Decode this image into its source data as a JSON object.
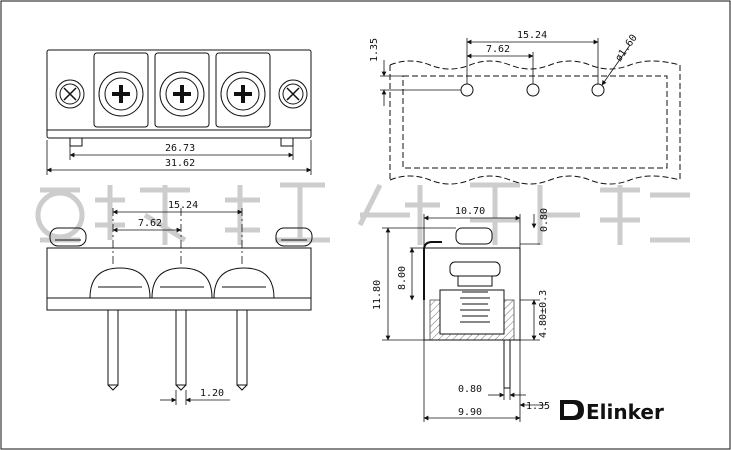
{
  "dims": {
    "top_view_pitch_total": "15.24",
    "top_view_pitch": "7.62",
    "top_view_offset": "1.35",
    "hole_diameter": "ø1.60",
    "front_inner_width": "26.73",
    "front_total_width": "31.62",
    "front_pitch_total": "15.24",
    "front_pitch": "7.62",
    "pin_width": "1.20",
    "side_width": "10.70",
    "side_screw_offset": "0.80",
    "side_height_total": "11.80",
    "side_body_height": "8.00",
    "side_pin_height": "4.80±0.3",
    "side_pin_thickness": "0.80",
    "side_base_width": "9.90",
    "side_pin_offset": "1.35"
  },
  "brand": {
    "name": "Elinker"
  },
  "colors": {
    "line": "#111111",
    "watermark": "#c8c8c8",
    "hatch": "#111111"
  }
}
